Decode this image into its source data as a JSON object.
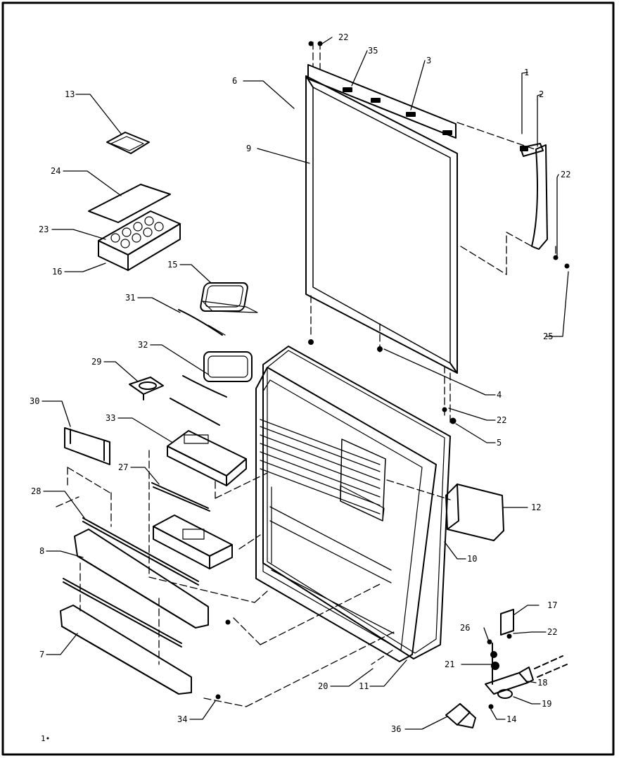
{
  "diagram": {
    "corner_mark": "1•",
    "callouts": {
      "c1": "1",
      "c2": "2",
      "c3": "3",
      "c4": "4",
      "c5": "5",
      "c6": "6",
      "c7": "7",
      "c8": "8",
      "c9": "9",
      "c10": "10",
      "c11": "11",
      "c12": "12",
      "c13": "13",
      "c14": "14",
      "c15": "15",
      "c16": "16",
      "c17": "17",
      "c18": "18",
      "c19": "19",
      "c20": "20",
      "c21": "21",
      "c22a": "22",
      "c22b": "22",
      "c22c": "22",
      "c22d": "22",
      "c23": "23",
      "c24": "24",
      "c25": "25",
      "c26": "26",
      "c27": "27",
      "c28": "28",
      "c29": "29",
      "c30": "30",
      "c31": "31",
      "c32": "32",
      "c33": "33",
      "c34": "34",
      "c35": "35",
      "c36": "36"
    }
  }
}
